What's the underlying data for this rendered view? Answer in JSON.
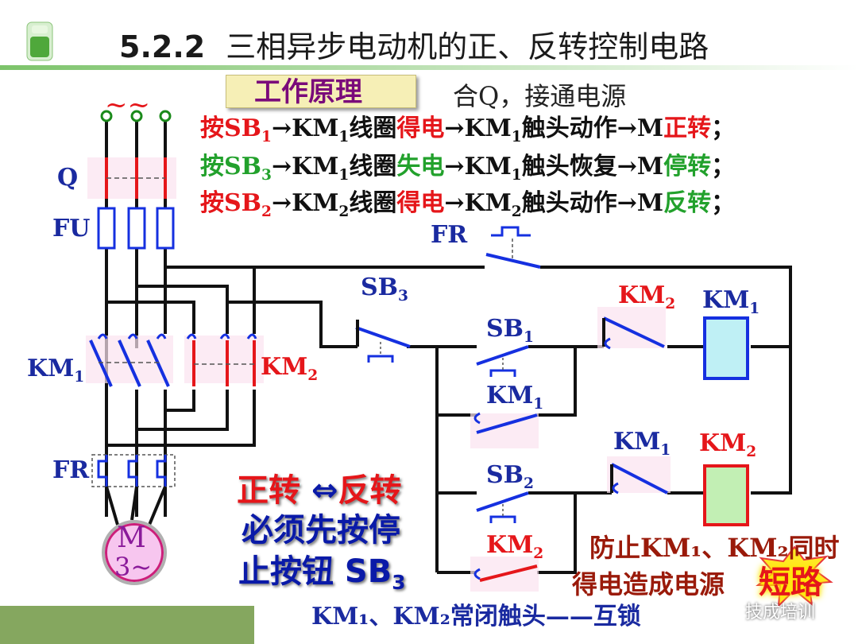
{
  "title": {
    "number": "5.2.2",
    "text": "三相异步电动机的正、反转控制电路"
  },
  "principle_label": "工作原理",
  "power_note": "合Q，接通电源",
  "steps": [
    {
      "a": "按SB",
      "sub1": "1",
      "b": "→KM",
      "sub2": "1",
      "c": "线圈",
      "d": "得电",
      "e": "→KM",
      "sub3": "1",
      "f": "触头动作→M",
      "g": "正转",
      "h": "；"
    },
    {
      "a": "按SB",
      "sub1": "3",
      "b": "→KM",
      "sub2": "1",
      "c": "线圈",
      "d": "失电",
      "e": "→KM",
      "sub3": "1",
      "f": "触头恢复→M",
      "g": "停转",
      "h": "；"
    },
    {
      "a": "按SB",
      "sub1": "2",
      "b": "→KM",
      "sub2": "2",
      "c": "线圈",
      "d": "得电",
      "e": "→KM",
      "sub3": "2",
      "f": "触头动作→M",
      "g": "反转",
      "h": "；"
    }
  ],
  "labels": {
    "tilde": "~~",
    "q": "Q",
    "fu": "FU",
    "fr_main": "FR",
    "fr_ctrl": "FR",
    "km1_main": "KM",
    "km1_main_sub": "1",
    "km2_main": "KM",
    "km2_main_sub": "2",
    "sb3": "SB",
    "sb3_sub": "3",
    "sb1": "SB",
    "sb1_sub": "1",
    "sb2": "SB",
    "sb2_sub": "2",
    "km2_nc": "KM",
    "km2_nc_sub": "2",
    "km1_coil": "KM",
    "km1_coil_sub": "1",
    "km1_hold": "KM",
    "km1_hold_sub": "1",
    "km1_nc": "KM",
    "km1_nc_sub": "1",
    "km2_coil": "KM",
    "km2_coil_sub": "2",
    "km2_hold": "KM",
    "km2_hold_sub": "2"
  },
  "motor": {
    "letter": "M",
    "phase": "3~"
  },
  "note": {
    "line1a": "正转 ",
    "arrow": "⇔",
    "line1b": "反转",
    "line2": "必须先按停",
    "line3": "止按钮 SB",
    "line3_sub": "3"
  },
  "short_note": {
    "line1": "防止KM₁、KM₂同时",
    "line2": "得电造成电源",
    "word": "短路"
  },
  "bottom_note": {
    "text": "KM₁、KM₂常闭触头——互锁"
  },
  "watermark": "技成培训",
  "colors": {
    "wire": "#111111",
    "contact_blue": "#1530e0",
    "contact_red": "#e5161a",
    "coil_km1": "#bff0f5",
    "coil_km2": "#c2efb4",
    "frame_blue": "#1530e0"
  },
  "icons": {
    "logo": "green-tea-cup-icon",
    "starburst": "starburst-icon"
  }
}
